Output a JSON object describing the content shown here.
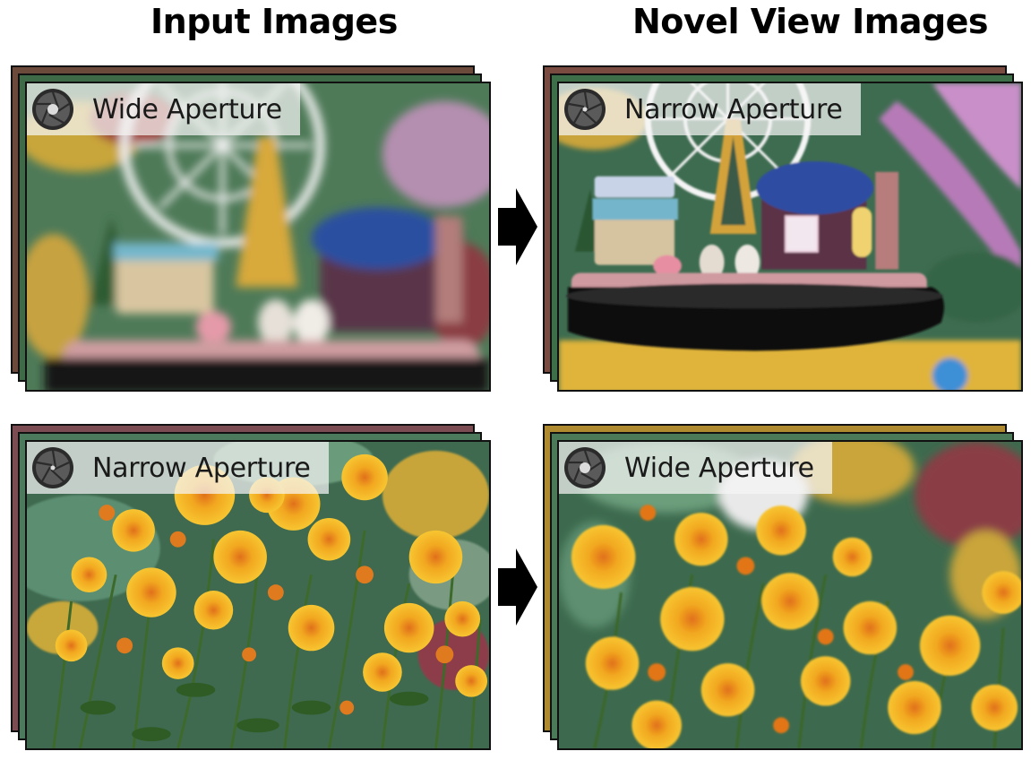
{
  "headers": {
    "input": "Input Images",
    "novel": "Novel View Images"
  },
  "panels": [
    {
      "label": "Wide Aperture",
      "icon": "aperture-icon",
      "scene": "toy-carousel",
      "focus": "blurred"
    },
    {
      "label": "Narrow Aperture",
      "icon": "aperture-icon",
      "scene": "toy-carousel",
      "focus": "sharp"
    },
    {
      "label": "Narrow Aperture",
      "icon": "aperture-icon",
      "scene": "chrysanthemums",
      "focus": "sharp"
    },
    {
      "label": "Wide Aperture",
      "icon": "aperture-icon",
      "scene": "chrysanthemums",
      "focus": "blurred-background"
    }
  ],
  "arrows": [
    "arrow-right-icon",
    "arrow-right-icon"
  ]
}
